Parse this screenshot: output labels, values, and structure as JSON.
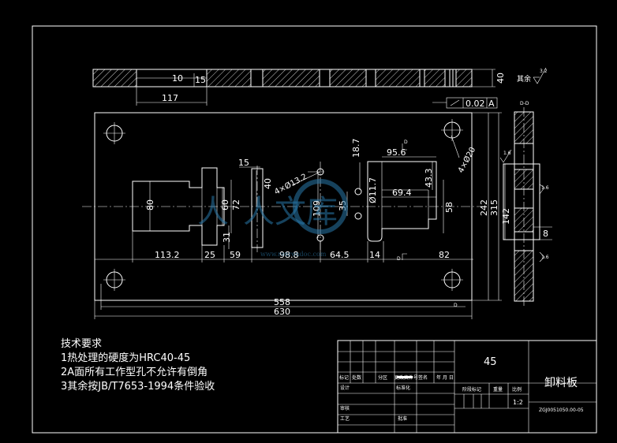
{
  "dimensions": {
    "d10": "10",
    "d15a": "15",
    "d117": "117",
    "d40": "40",
    "d15b": "15",
    "d40b": "40",
    "hole_note": "4×Ø13.2",
    "d18_7": "18.7",
    "d95_6": "95.6",
    "d43_3": "43.3",
    "d69_4": "69.4",
    "d11_7": "Ø11.7",
    "d109": "109",
    "d35": "35",
    "d58": "58",
    "d80": "80",
    "d72": "72",
    "d60": "60",
    "d31": "31",
    "d113_2": "113.2",
    "d25": "25",
    "d59": "59",
    "d98_8": "98.8",
    "d64_5": "64.5",
    "d14": "14",
    "d82": "82",
    "d558": "558",
    "d630": "630",
    "d242": "242",
    "d315": "315",
    "d142": "142",
    "d8": "8",
    "flatness": "0.02",
    "datum": "A",
    "corner_holes": "4×Ø20",
    "sec_label": "D-D",
    "sec_d": "D",
    "rough": "3.2",
    "rough_local": "1.6",
    "rest": "其余"
  },
  "notes": {
    "title": "技术要求",
    "line1": "1热处理的硬度为HRC40-45",
    "line2": "2A面所有工作型孔不允许有倒角",
    "line3": "3其余按JB/T7653-1994条件验收"
  },
  "title_block": {
    "material": "45",
    "part_name": "卸料板",
    "drawing_no": "ZGJ0051050.00-05",
    "scale": "1:2",
    "h_mark": "标记",
    "h_count": "处数",
    "h_zone": "分区",
    "h_change_doc": "更改文件号",
    "h_sign": "签名",
    "h_date": "年 月 日",
    "h_design": "设计",
    "h_std": "标准化",
    "h_stage": "阶段标记",
    "h_weight": "重量",
    "h_ratio": "比例",
    "h_check": "审核",
    "h_process": "工艺",
    "h_approve": "批准"
  },
  "watermark": {
    "chars": "人文库",
    "url": "www.renrendoc.com"
  }
}
